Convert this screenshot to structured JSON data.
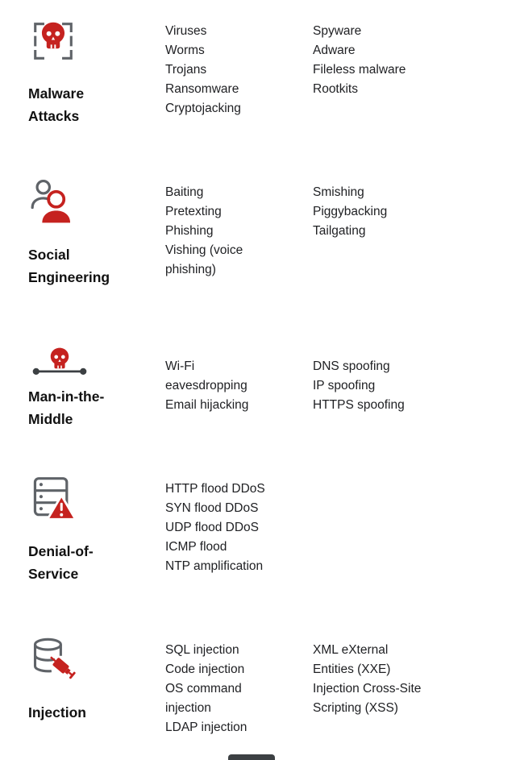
{
  "colors": {
    "accent_red": "#c5221f",
    "icon_gray": "#5f6368",
    "line_dark": "#3c4043",
    "title_text": "#111111",
    "body_text": "#202124",
    "background": "#ffffff"
  },
  "sections": [
    {
      "title": "Malware Attacks",
      "icon": "malware-skull-scan-icon",
      "col1": [
        "Viruses",
        "Worms",
        "Trojans",
        "Ransomware",
        "Cryptojacking"
      ],
      "col2": [
        "Spyware",
        "Adware",
        "Fileless malware",
        "Rootkits"
      ]
    },
    {
      "title": "Social Engineering",
      "icon": "social-engineering-people-icon",
      "col1": [
        "Baiting",
        "Pretexting",
        "Phishing",
        "Vishing (voice\nphishing)"
      ],
      "col2": [
        "Smishing",
        "Piggybacking",
        "Tailgating"
      ]
    },
    {
      "title": "Man-in-the-Middle",
      "icon": "man-in-the-middle-skull-icon",
      "col1": [
        "Wi-Fi\neavesdropping",
        "Email hijacking"
      ],
      "col2": [
        "DNS spoofing",
        "IP spoofing",
        "HTTPS spoofing"
      ]
    },
    {
      "title": "Denial-of-Service",
      "icon": "server-warning-icon",
      "col1": [
        "HTTP flood DDoS",
        "SYN flood DDoS",
        "UDP flood DDoS",
        "ICMP flood",
        "NTP amplification"
      ],
      "col2": []
    },
    {
      "title": "Injection",
      "icon": "database-syringe-icon",
      "col1": [
        "SQL injection",
        "Code injection",
        "OS command\ninjection",
        "LDAP injection"
      ],
      "col2": [
        "XML eXternal\nEntities (XXE)\nInjection Cross-Site\nScripting (XSS)"
      ]
    }
  ],
  "footer": {
    "partial_icon": "partially-visible-next-icon"
  }
}
